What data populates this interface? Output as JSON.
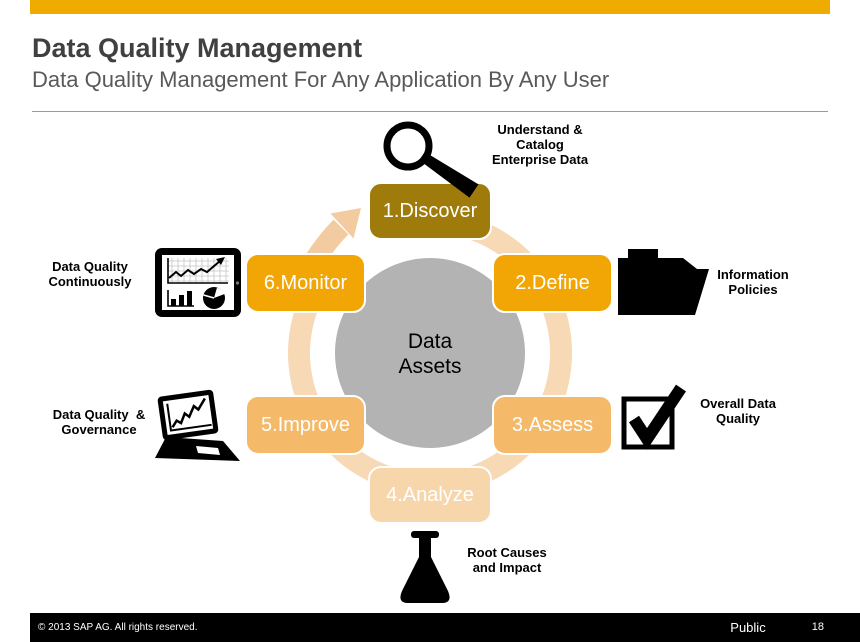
{
  "header": {
    "title": "Data Quality Management",
    "subtitle": "Data Quality Management For Any Application By Any User"
  },
  "cycle": {
    "center": {
      "line1": "Data",
      "line2": "Assets"
    },
    "steps": [
      {
        "label": "1.Discover",
        "color": "#9E7B0A",
        "caption": "Understand &\nCatalog\nEnterprise Data",
        "icon": "magnifier-icon"
      },
      {
        "label": "2.Define",
        "color": "#F2A606",
        "caption": "Information\nPolicies",
        "icon": "folder-icon"
      },
      {
        "label": "3.Assess",
        "color": "#F4BA69",
        "caption": "Overall Data\nQuality",
        "icon": "checkbox-icon"
      },
      {
        "label": "4.Analyze",
        "color": "#F7D6AC",
        "caption": "Root Causes\nand Impact",
        "icon": "flask-icon"
      },
      {
        "label": "5.Improve",
        "color": "#F4BA69",
        "caption": "Data Quality  &\nGovernance",
        "icon": "laptop-chart-icon"
      },
      {
        "label": "6.Monitor",
        "color": "#F2A606",
        "caption": "Data Quality\nContinuously",
        "icon": "tablet-chart-icon"
      }
    ]
  },
  "footer": {
    "copyright": "© 2013 SAP AG. All rights reserved.",
    "classification": "Public",
    "page": "18"
  },
  "colors": {
    "brand_bar": "#EFAB00",
    "ring": "#F7D9B6",
    "arrow": "#F3CBA0",
    "center_circle": "#B3B3B3",
    "title_text": "#404040",
    "subtitle_text": "#595959",
    "footer_bg": "#000000"
  }
}
